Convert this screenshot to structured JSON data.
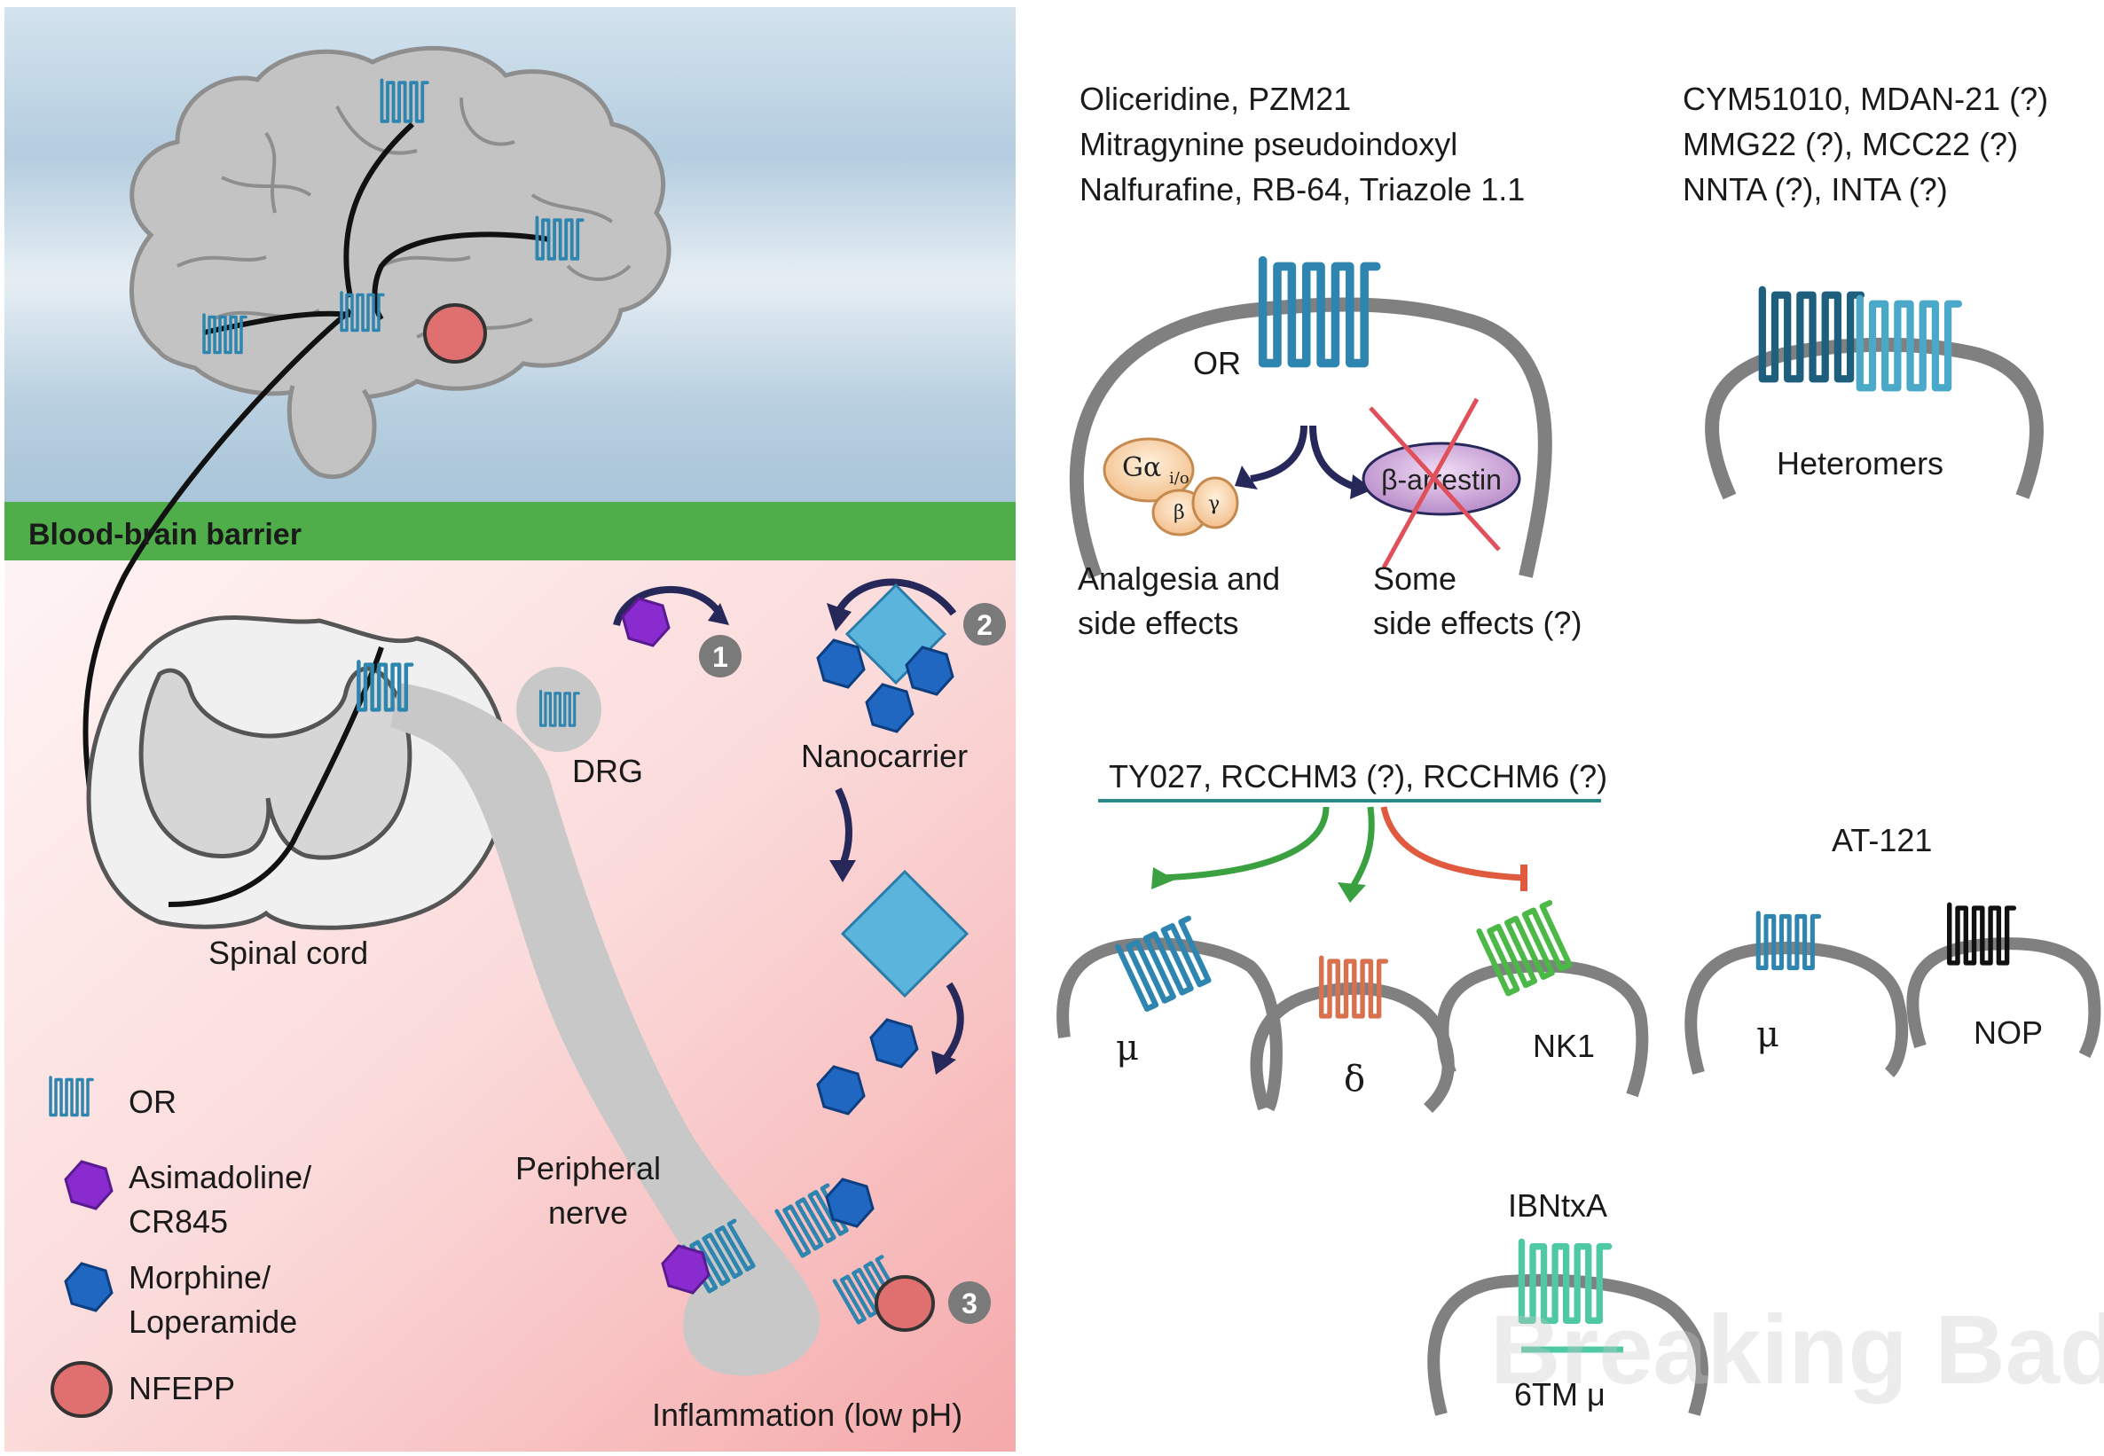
{
  "left_panel": {
    "barrier_label": "Blood-brain barrier",
    "spinal_cord_label": "Spinal cord",
    "drg_label": "DRG",
    "nanocarrier_label": "Nanocarrier",
    "peripheral_nerve_label": [
      "Peripheral",
      "nerve"
    ],
    "inflammation_label": "Inflammation (low pH)",
    "step_numbers": [
      "1",
      "2",
      "3"
    ],
    "legend": [
      {
        "icon": "receptor-icon",
        "label": [
          "OR"
        ]
      },
      {
        "icon": "purple-hexagon-icon",
        "label": [
          "Asimadoline/",
          "CR845"
        ]
      },
      {
        "icon": "blue-hexagon-icon",
        "label": [
          "Morphine/",
          "Loperamide"
        ]
      },
      {
        "icon": "red-ellipse-icon",
        "label": [
          "NFEPP"
        ]
      }
    ]
  },
  "biased_panel": {
    "compounds": [
      "Oliceridine, PZM21",
      "Mitragynine pseudoindoxyl",
      "Nalfurafine, RB-64, Triazole 1.1"
    ],
    "receptor_label": "OR",
    "g_protein_alpha": "Gα",
    "g_protein_sub": "i/o",
    "g_protein_beta": "β",
    "g_protein_gamma": "γ",
    "arrestin_label": "β-arrestin",
    "outcome_left": [
      "Analgesia and",
      "side effects"
    ],
    "outcome_right": [
      "Some",
      "side effects (?)"
    ]
  },
  "heteromer_panel": {
    "compounds": [
      "CYM51010, MDAN-21 (?)",
      "MMG22 (?), MCC22 (?)",
      "NNTA (?), INTA (?)"
    ],
    "label": "Heteromers"
  },
  "multitarget_panel": {
    "compounds": "TY027, RCCHM3 (?), RCCHM6 (?)",
    "receptors": [
      "μ",
      "δ",
      "NK1"
    ]
  },
  "at121_panel": {
    "compound": "AT-121",
    "receptors": [
      "μ",
      "NOP"
    ]
  },
  "ibntxa_panel": {
    "compound": "IBNtxA",
    "receptor": "6TM μ"
  },
  "watermark": "Breaking Bad",
  "colors": {
    "receptor_blue": "#2e86b0",
    "receptor_dark": "#1d5f7d",
    "receptor_light": "#4aa8c8",
    "delta_orange": "#d9714f",
    "nk1_green": "#4cb847",
    "nop_black": "#111111",
    "ibntxa_teal": "#4ec9a4",
    "barrier_green": "#4fae4a",
    "arrow_navy": "#27285a",
    "activate_green": "#3aa040",
    "inhibit_red": "#e05a3f",
    "purple": "#8a2bd0",
    "hexagon_blue": "#1f67c1",
    "nfepp_red": "#e07070",
    "nanocarrier": "#5bb4dc"
  }
}
